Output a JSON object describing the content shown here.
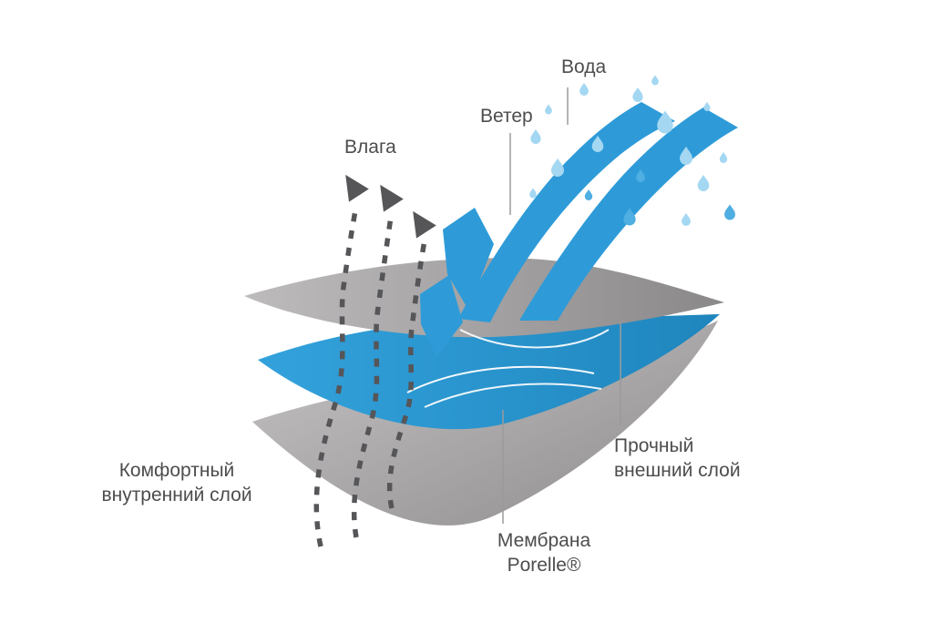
{
  "diagram": {
    "title_semantic": "porelle-membrane-layers-diagram",
    "labels": {
      "water": "Вода",
      "wind": "Ветер",
      "moisture": "Влага",
      "inner_layer_line1": "Комфортный",
      "inner_layer_line2": "внутренний слой",
      "outer_layer_line1": "Прочный",
      "outer_layer_line2": "внешний слой",
      "membrane_line1": "Мембрана",
      "membrane_line2": "Porelle®"
    },
    "colors": {
      "blue": "#2E9BD8",
      "blue_dark": "#1F85BD",
      "light_blue_droplet": "#A4D7F2",
      "mid_blue_droplet": "#4FAEE2",
      "gray_light": "#C4C2C3",
      "gray_dark": "#8E8C8D",
      "text": "#4D4D4F",
      "moisture_arrow": "#565659",
      "pointer_line": "#9B9B9B"
    }
  }
}
